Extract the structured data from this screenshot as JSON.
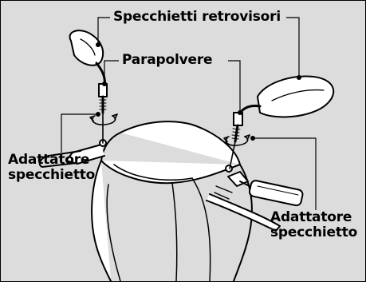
{
  "labels": {
    "mirrors": "Specchietti retrovisori",
    "dust_cover": "Parapolvere",
    "adapter_left_line1": "Adattatore",
    "adapter_left_line2": "specchietto",
    "adapter_right_line1": "Adattatore",
    "adapter_right_line2": "specchietto"
  },
  "colors": {
    "background": "#dcdcdc",
    "line": "#000000",
    "mirror_fill": "#ffffff"
  }
}
